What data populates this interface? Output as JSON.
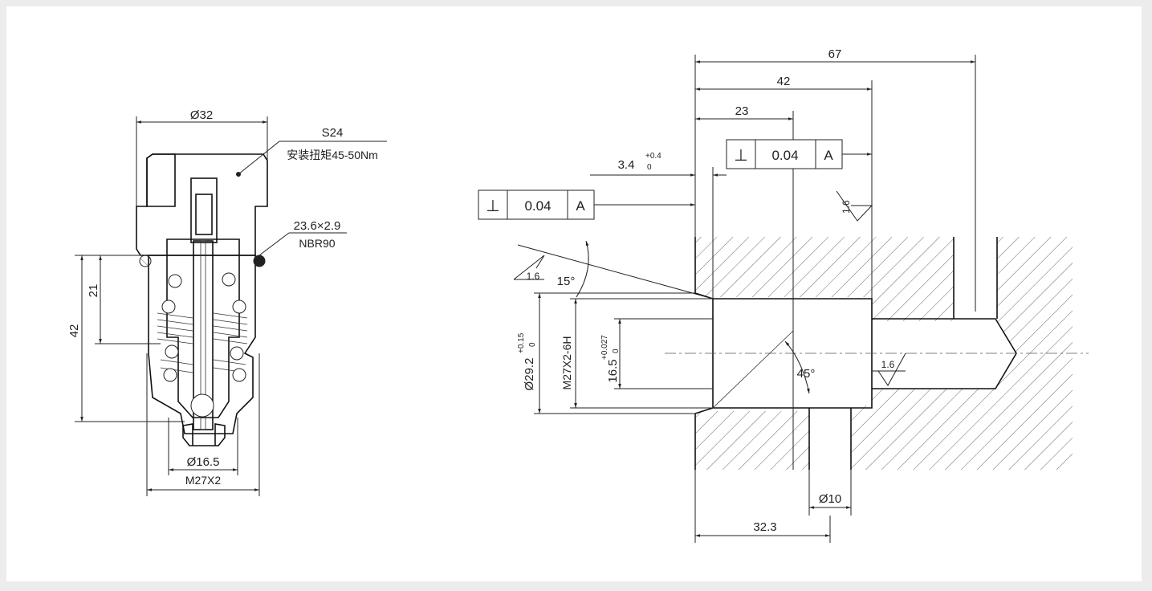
{
  "left_view": {
    "dia_top": "Ø32",
    "wrench": "S24",
    "torque": "安装扭矩45-50Nm",
    "oring_size": "23.6×2.9",
    "oring_mat": "NBR90",
    "dim_21": "21",
    "dim_42": "42",
    "dia_165": "Ø16.5",
    "thread": "M27X2"
  },
  "right_view": {
    "dim_67": "67",
    "dim_42": "42",
    "dim_23": "23",
    "dim_34_base": "3.4",
    "dim_34_upper": "+0.4",
    "dim_34_lower": "0",
    "tol1_symbol": "⊥",
    "tol1_value": "0.04",
    "tol1_datum": "A",
    "tol2_symbol": "⊥",
    "tol2_value": "0.04",
    "tol2_datum": "A",
    "rough_top": "1.6",
    "rough_left": "1.6",
    "rough_bore": "1.6",
    "angle_15": "15°",
    "angle_45": "45°",
    "dia_292_base": "Ø29.2",
    "dia_292_upper": "+0.15",
    "dia_292_lower": "0",
    "thread": "M27X2-6H",
    "dia_165_base": "16.5",
    "dia_165_upper": "+0.027",
    "dia_165_lower": "0",
    "dia_10": "Ø10",
    "dim_323": "32.3"
  }
}
